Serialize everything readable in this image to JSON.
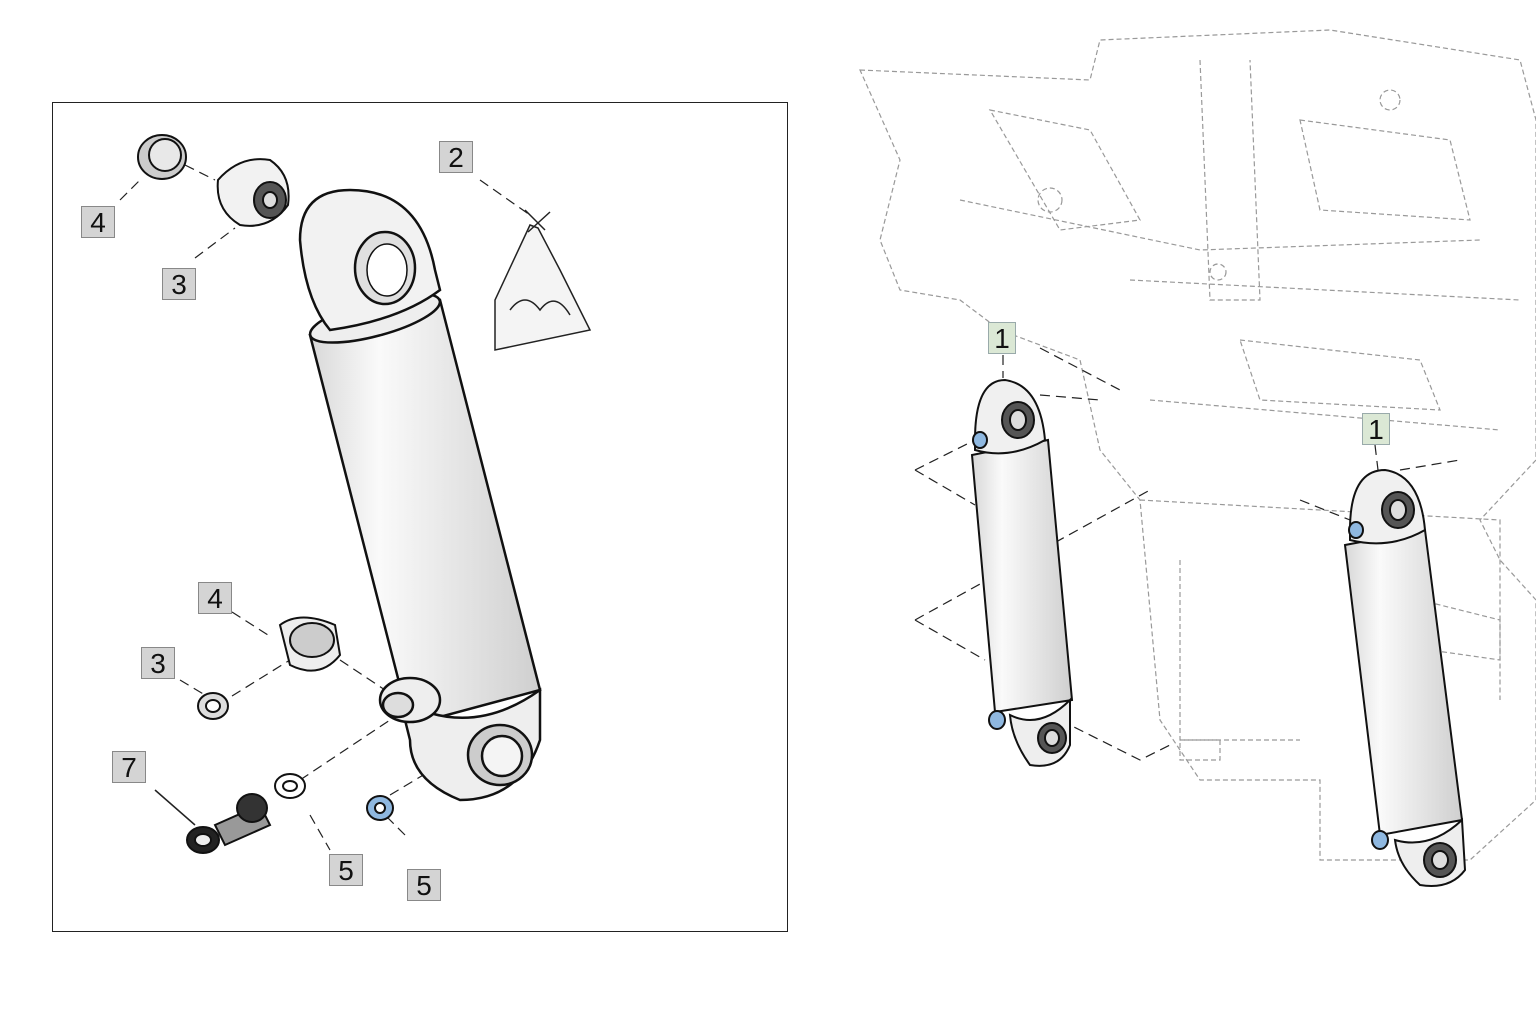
{
  "detail_callouts": [
    {
      "id": "4"
    },
    {
      "id": "3"
    },
    {
      "id": "2"
    },
    {
      "id": "4"
    },
    {
      "id": "3"
    },
    {
      "id": "7"
    },
    {
      "id": "5"
    },
    {
      "id": "5"
    }
  ],
  "assembly_callouts": [
    {
      "id": "1"
    },
    {
      "id": "1"
    }
  ],
  "colors": {
    "callout_gray": "#d4d4d4",
    "callout_green": "#dbe8d5",
    "nut_blue": "#8fb8e0"
  }
}
